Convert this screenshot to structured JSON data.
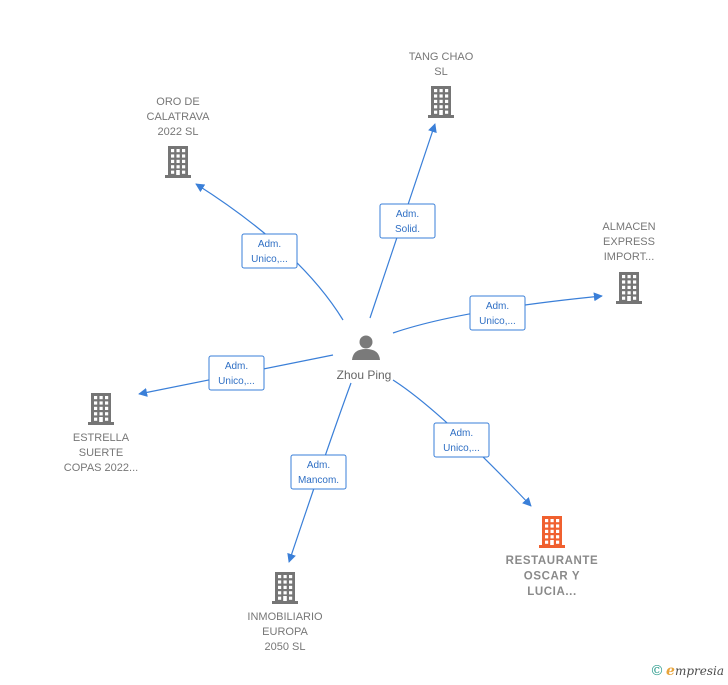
{
  "center": {
    "name": "Zhou Ping",
    "icon": "person-icon"
  },
  "nodes": [
    {
      "id": "tang-chao",
      "lines": [
        "TANG CHAO",
        "SL"
      ],
      "highlight": false
    },
    {
      "id": "oro-de-calatrava",
      "lines": [
        "ORO DE",
        "CALATRAVA",
        "2022  SL"
      ],
      "highlight": false
    },
    {
      "id": "almacen-express",
      "lines": [
        "ALMACEN",
        "EXPRESS",
        "IMPORT..."
      ],
      "highlight": false
    },
    {
      "id": "estrella-suerte",
      "lines": [
        "ESTRELLA",
        "SUERTE",
        "COPAS 2022..."
      ],
      "highlight": false
    },
    {
      "id": "inmobiliario-europa",
      "lines": [
        "INMOBILIARIO",
        "EUROPA",
        "2050  SL"
      ],
      "highlight": false
    },
    {
      "id": "restaurante-oscar",
      "lines": [
        "RESTAURANTE",
        "OSCAR Y",
        "LUCIA..."
      ],
      "highlight": true
    }
  ],
  "edges": [
    {
      "target": "tang-chao",
      "lines": [
        "Adm.",
        "Solid."
      ]
    },
    {
      "target": "oro-de-calatrava",
      "lines": [
        "Adm.",
        "Unico,..."
      ]
    },
    {
      "target": "almacen-express",
      "lines": [
        "Adm.",
        "Unico,..."
      ]
    },
    {
      "target": "estrella-suerte",
      "lines": [
        "Adm.",
        "Unico,..."
      ]
    },
    {
      "target": "inmobiliario-europa",
      "lines": [
        "Adm.",
        "Mancom."
      ]
    },
    {
      "target": "restaurante-oscar",
      "lines": [
        "Adm.",
        "Unico,..."
      ]
    }
  ],
  "colors": {
    "edge": "#3a7fd8",
    "building": "#757575",
    "building_highlight": "#f0602f",
    "person": "#7a7a7a"
  },
  "brand": {
    "copyright": "©",
    "initial": "e",
    "rest": "mpresia"
  }
}
